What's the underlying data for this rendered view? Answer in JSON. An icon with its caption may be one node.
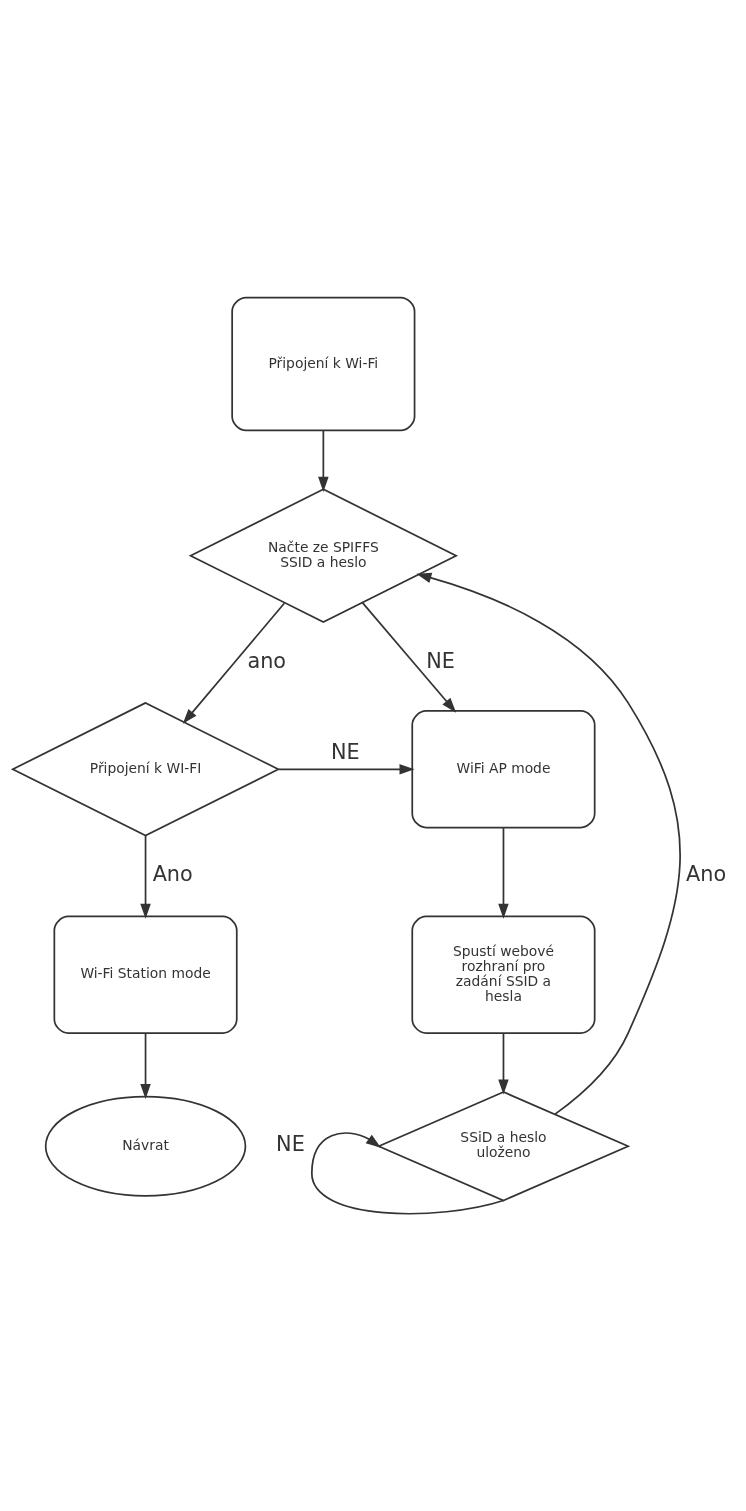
{
  "diagram": {
    "nodes": [
      {
        "text": [
          "Připojení k Wi-Fi"
        ]
      },
      {
        "text": [
          "Načte ze SPIFFS SSID a heslo"
        ]
      },
      {
        "text": [
          "Připojení k WI-FI"
        ]
      },
      {
        "text": [
          "WiFi AP mode"
        ]
      },
      {
        "text": [
          "Wi-Fi Station mode"
        ]
      },
      {
        "text": [
          "Spustí webové rozhraní pro zadání SSID a hesla"
        ]
      },
      {
        "text": [
          "SSiD a heslo uloženo"
        ]
      },
      {
        "text": [
          "Návrat"
        ]
      }
    ],
    "edges": [
      {
        "from": 0,
        "to": 1,
        "arrow": "to"
      },
      {
        "from": 1,
        "to": 3,
        "arrow": "to",
        "label": "NE"
      },
      {
        "from": 1,
        "to": 2,
        "arrow": "to",
        "label": "ano"
      },
      {
        "from": 2,
        "to": 3,
        "arrow": "to",
        "label": "NE"
      },
      {
        "from": 2,
        "to": 4,
        "arrow": "to",
        "label": "Ano"
      },
      {
        "from": 3,
        "to": 5,
        "arrow": "to"
      },
      {
        "from": 5,
        "to": 6,
        "arrow": "to"
      },
      {
        "from": 6,
        "to": 1,
        "arrow": "to",
        "label": "Ano"
      },
      {
        "from": 6,
        "to": 6,
        "arrow": "to",
        "label": "NE"
      },
      {
        "from": 4,
        "to": 7,
        "arrow": "to"
      }
    ]
  }
}
